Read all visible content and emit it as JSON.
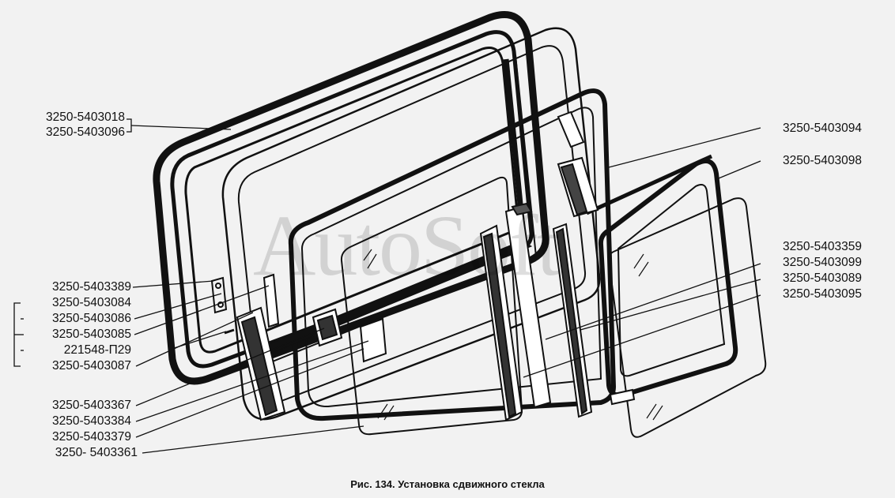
{
  "caption": "Рис. 134. Установка сдвижного стекла",
  "watermark": "AutoSoft",
  "labels_left": {
    "l1": "3250-5403018",
    "l2": "3250-5403096",
    "l3": "3250-5403389",
    "l4": "3250-5403084",
    "l5": "3250-5403086",
    "l6": "3250-5403085",
    "l7": "221548-П29",
    "l8": "3250-5403087",
    "l9": "3250-5403367",
    "l10": "3250-5403384",
    "l11": "3250-5403379",
    "l12": "3250- 5403361"
  },
  "labels_right": {
    "r1": "3250-5403094",
    "r2": "3250-5403098",
    "r3": "3250-5403359",
    "r4": "3250-5403099",
    "r5": "3250-5403089",
    "r6": "3250-5403095"
  }
}
